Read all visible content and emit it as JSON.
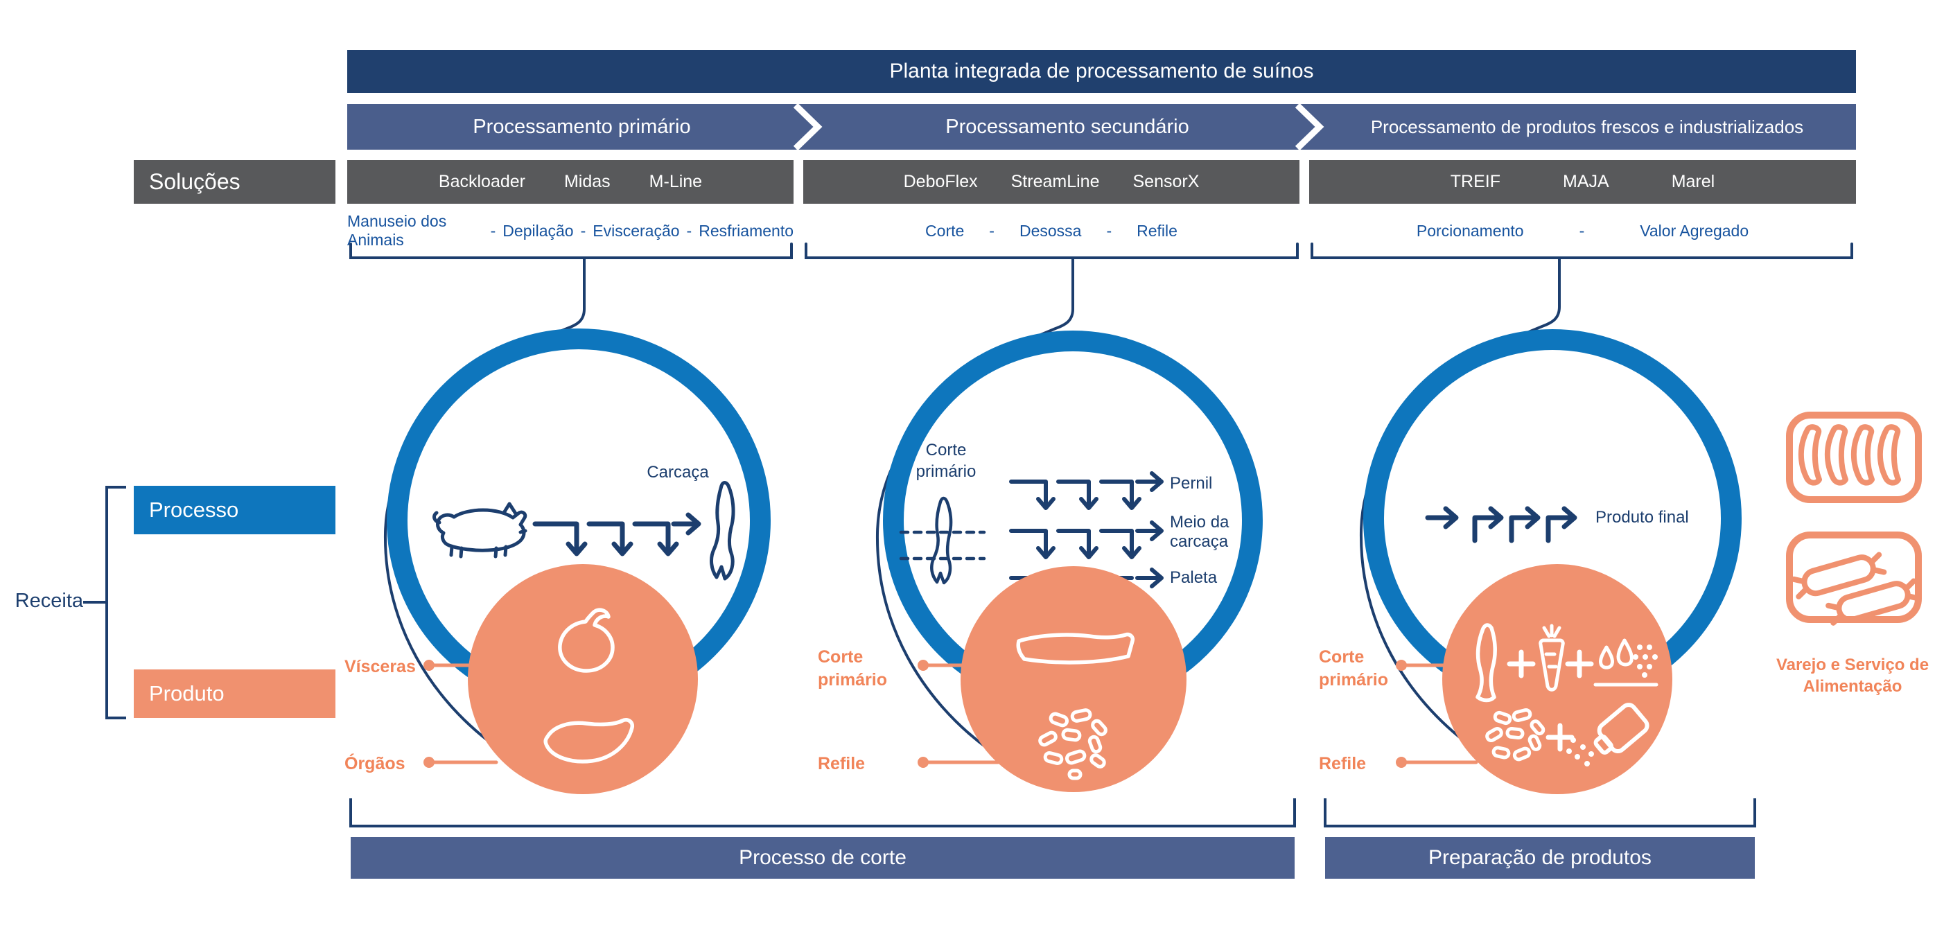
{
  "title": "Planta integrada de processamento de suínos",
  "solutions_label": "Soluções",
  "sep": "-",
  "stages": [
    {
      "label": "Processamento primário",
      "solutions": [
        "Backloader",
        "Midas",
        "M-Line"
      ],
      "steps": [
        "Manuseio dos Animais",
        "Depilação",
        "Evisceração",
        "Resfriamento"
      ]
    },
    {
      "label": "Processamento secundário",
      "solutions": [
        "DeboFlex",
        "StreamLine",
        "SensorX"
      ],
      "steps": [
        "Corte",
        "Desossa",
        "Refile"
      ]
    },
    {
      "label": "Processamento de produtos frescos e industrializados",
      "solutions": [
        "TREIF",
        "MAJA",
        "Marel"
      ],
      "steps": [
        "Porcionamento",
        "Valor Agregado"
      ]
    }
  ],
  "legend": {
    "receita": "Receita",
    "processo": "Processo",
    "produto": "Produto"
  },
  "circles": [
    {
      "annotations": {
        "carcass": "Carcaça"
      },
      "product_labels": {
        "top": "Vísceras",
        "bottom": "Órgãos"
      }
    },
    {
      "annotations": {
        "cut": "Corte primário",
        "out1": "Pernil",
        "out2": "Meio da carcaça",
        "out3": "Paleta"
      },
      "product_labels": {
        "top": "Corte primário",
        "bottom": "Refile"
      }
    },
    {
      "annotations": {
        "final": "Produto final"
      },
      "product_labels": {
        "top": "Corte primário",
        "bottom": "Refile"
      }
    }
  ],
  "retail_label": "Varejo e Serviço de Alimentação",
  "footer": {
    "left": "Processo de corte",
    "right": "Preparação de produtos"
  },
  "colors": {
    "banner_navy": "#20406E",
    "slate": "#4A5E8C",
    "footer_slate": "#4D6190",
    "gray": "#58595B",
    "ring_blue": "#0E76BD",
    "process_text_blue": "#17539E",
    "line_navy": "#1C3E6E",
    "salmon": "#F0916F",
    "salmon_text": "#F18459"
  }
}
